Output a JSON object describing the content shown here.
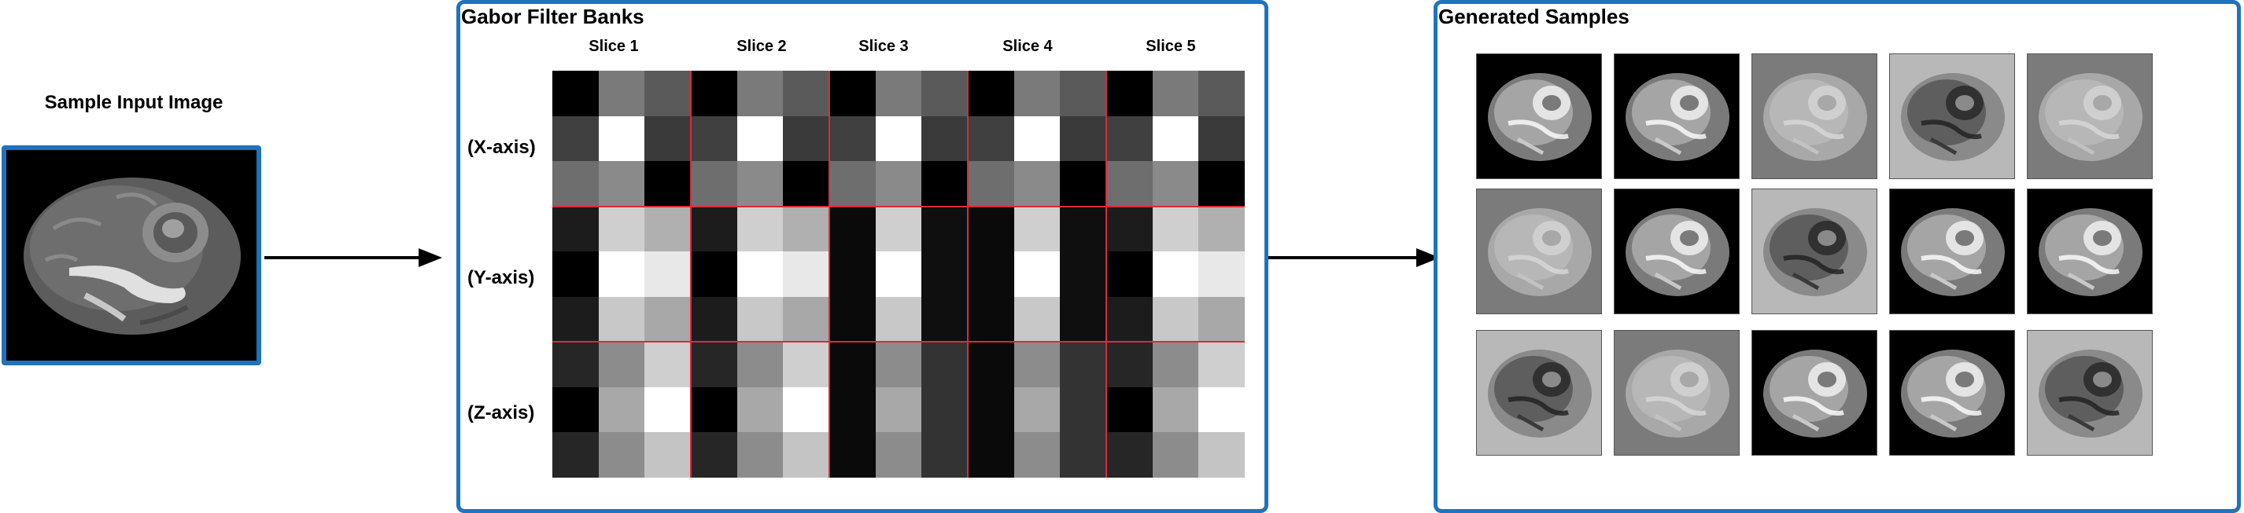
{
  "input": {
    "title": "Sample Input Image"
  },
  "gabor": {
    "title": "Gabor Filter Banks",
    "slices": [
      "Slice 1",
      "Slice 2",
      "Slice 3",
      "Slice 4",
      "Slice 5"
    ],
    "axes": [
      "(X-axis)",
      "(Y-axis)",
      "(Z-axis)"
    ],
    "axis_colors": [
      [
        [
          "#000000",
          "#7a7a7a",
          "#5a5a5a"
        ],
        [
          "#404040",
          "#ffffff",
          "#3a3a3a"
        ],
        [
          "#6e6e6e",
          "#8a8a8a",
          "#000000"
        ]
      ],
      [
        [
          "#1c1c1c",
          "#cfcfcf",
          "#b0b0b0"
        ],
        [
          "#000000",
          "#ffffff",
          "#e8e8e8"
        ],
        [
          "#1c1c1c",
          "#c8c8c8",
          "#a8a8a8"
        ]
      ],
      [
        [
          "#262626",
          "#8c8c8c",
          "#cfcfcf"
        ],
        [
          "#000000",
          "#a8a8a8",
          "#ffffff"
        ],
        [
          "#262626",
          "#8c8c8c",
          "#c4c4c4"
        ]
      ]
    ],
    "grid_line_color": "#d92b3a"
  },
  "samples": {
    "title": "Generated Samples",
    "backgrounds": [
      [
        "#000000",
        "#000000",
        "#7b7b7b",
        "#b8b8b8",
        "#7b7b7b"
      ],
      [
        "#7b7b7b",
        "#000000",
        "#b8b8b8",
        "#000000",
        "#000000"
      ],
      [
        "#b8b8b8",
        "#7b7b7b",
        "#000000",
        "#000000",
        "#b8b8b8"
      ]
    ]
  },
  "colors": {
    "accent": "#1e73be"
  }
}
